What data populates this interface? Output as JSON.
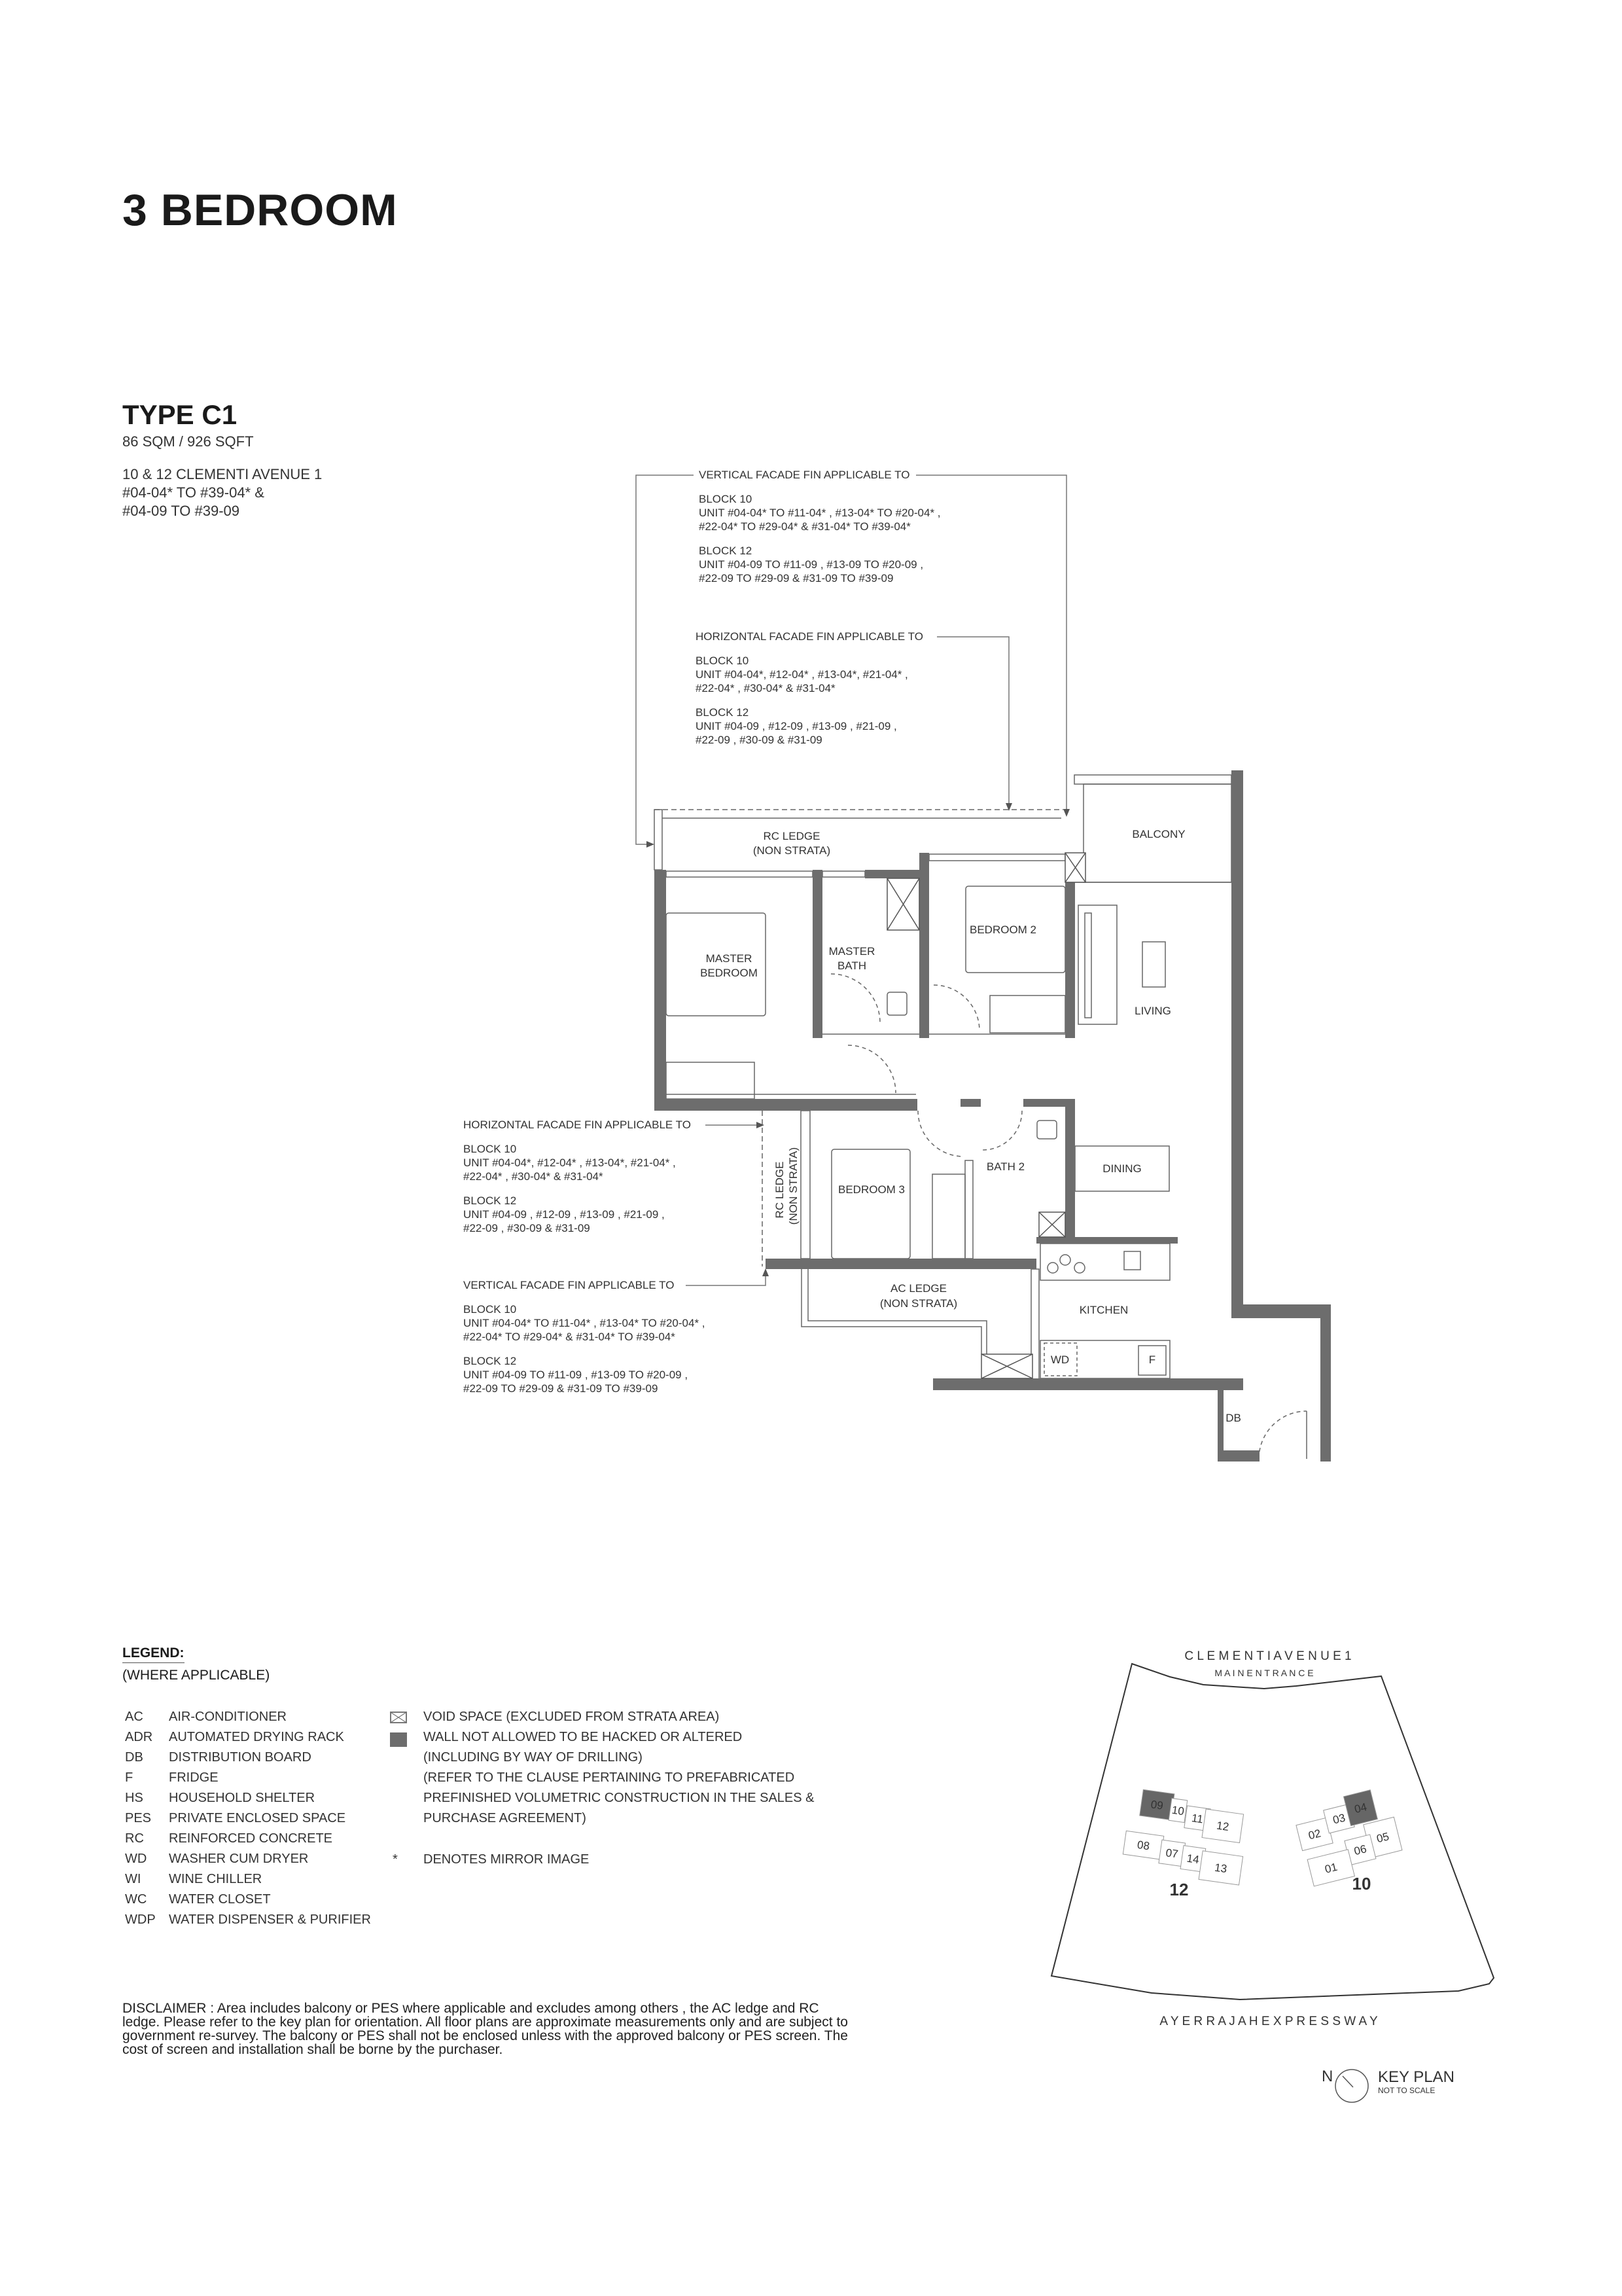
{
  "page_title": "3 BEDROOM",
  "unit": {
    "type": "TYPE C1",
    "area": "86 SQM / 926 SQFT",
    "address": "10 & 12 CLEMENTI AVENUE 1",
    "units_line1": "#04-04* TO #39-04* &",
    "units_line2": "#04-09 TO #39-09"
  },
  "callouts": {
    "top_vertical": {
      "title": "VERTICAL FACADE FIN APPLICABLE TO",
      "block10": "BLOCK 10",
      "b10_l1": "UNIT #04-04* TO #11-04* , #13-04* TO  #20-04* ,",
      "b10_l2": "#22-04* TO #29-04* & #31-04* TO #39-04*",
      "block12": "BLOCK 12",
      "b12_l1": "UNIT #04-09 TO #11-09 , #13-09 TO #20-09 ,",
      "b12_l2": "#22-09 TO #29-09 & #31-09 TO #39-09"
    },
    "top_horizontal": {
      "title": "HORIZONTAL FACADE FIN APPLICABLE TO",
      "block10": "BLOCK 10",
      "b10_l1": "UNIT #04-04*, #12-04* , #13-04*, #21-04* ,",
      "b10_l2": "#22-04* , #30-04* & #31-04*",
      "block12": "BLOCK 12",
      "b12_l1": "UNIT #04-09 , #12-09 , #13-09 , #21-09 ,",
      "b12_l2": "#22-09 , #30-09 & #31-09"
    },
    "left_horizontal": {
      "title": "HORIZONTAL FACADE FIN APPLICABLE TO",
      "block10": "BLOCK 10",
      "b10_l1": "UNIT #04-04*, #12-04* , #13-04*, #21-04* ,",
      "b10_l2": "#22-04* , #30-04* & #31-04*",
      "block12": "BLOCK 12",
      "b12_l1": "UNIT #04-09 , #12-09 , #13-09 , #21-09 ,",
      "b12_l2": "#22-09 , #30-09 & #31-09"
    },
    "left_vertical": {
      "title": "VERTICAL FACADE FIN APPLICABLE TO",
      "block10": "BLOCK 10",
      "b10_l1": "UNIT #04-04* TO #11-04* , #13-04* TO  #20-04* ,",
      "b10_l2": "#22-04* TO #29-04* & #31-04* TO #39-04*",
      "block12": "BLOCK 12",
      "b12_l1": "UNIT #04-09 TO #11-09 , #13-09 TO #20-09 ,",
      "b12_l2": "#22-09 TO #29-09 & #31-09 TO #39-09"
    }
  },
  "rooms": {
    "rc_ledge": "RC LEDGE",
    "rc_ledge_sub": "(NON STRATA)",
    "balcony": "BALCONY",
    "master_bedroom_1": "MASTER",
    "master_bedroom_2": "BEDROOM",
    "master_bath_1": "MASTER",
    "master_bath_2": "BATH",
    "bedroom2": "BEDROOM 2",
    "living": "LIVING",
    "dining": "DINING",
    "bath2": "BATH 2",
    "bedroom3": "BEDROOM  3",
    "rc_ledge_v": "RC LEDGE",
    "rc_ledge_v_sub": "(NON STRATA)",
    "ac_ledge": "AC LEDGE",
    "ac_ledge_sub": "(NON STRATA)",
    "kitchen": "KITCHEN",
    "wd": "WD",
    "fridge": "F",
    "db": "DB"
  },
  "legend": {
    "title": "LEGEND:",
    "subtitle": "(WHERE APPLICABLE)",
    "items": [
      {
        "abbr": "AC",
        "desc": "AIR-CONDITIONER"
      },
      {
        "abbr": "ADR",
        "desc": "AUTOMATED DRYING RACK"
      },
      {
        "abbr": "DB",
        "desc": "DISTRIBUTION BOARD"
      },
      {
        "abbr": "F",
        "desc": "FRIDGE"
      },
      {
        "abbr": "HS",
        "desc": "HOUSEHOLD SHELTER"
      },
      {
        "abbr": "PES",
        "desc": "PRIVATE ENCLOSED SPACE"
      },
      {
        "abbr": "RC",
        "desc": "REINFORCED CONCRETE"
      },
      {
        "abbr": "WD",
        "desc": "WASHER CUM DRYER"
      },
      {
        "abbr": "WI",
        "desc": "WINE CHILLER"
      },
      {
        "abbr": "WC",
        "desc": "WATER CLOSET"
      },
      {
        "abbr": "WDP",
        "desc": "WATER DISPENSER & PURIFIER"
      }
    ],
    "void": "VOID SPACE (EXCLUDED FROM STRATA AREA)",
    "wall_1": "WALL NOT ALLOWED TO BE HACKED OR ALTERED",
    "wall_2": "(INCLUDING BY WAY OF DRILLING)",
    "wall_3": "(REFER TO THE CLAUSE PERTAINING TO PREFABRICATED",
    "wall_4": "PREFINISHED VOLUMETRIC CONSTRUCTION IN THE SALES &",
    "wall_5": "PURCHASE AGREEMENT)",
    "mirror_symbol": "*",
    "mirror": "DENOTES MIRROR IMAGE"
  },
  "disclaimer": "DISCLAIMER : Area includes balcony or PES where applicable and excludes among others , the AC ledge and RC ledge. Please refer to the key plan for orientation. All floor plans are approximate measurements only and are subject to government re-survey. The balcony or PES shall not be enclosed unless with the approved balcony or PES screen. The cost of screen and installation shall be borne by the purchaser.",
  "key_plan": {
    "road_top": "C L E M E N T I     A V E N U E   1",
    "entrance": "M A I N   E N T R A N C E",
    "road_bottom": "A Y E R     R A J A H     E X P R E S S W A Y",
    "north": "N",
    "title": "KEY PLAN",
    "subtitle": "NOT TO SCALE",
    "block12_label": "12",
    "block10_label": "10",
    "block12_units": [
      "09",
      "10",
      "11",
      "12",
      "08",
      "07",
      "14",
      "13"
    ],
    "block10_units": [
      "02",
      "03",
      "04",
      "05",
      "06",
      "01"
    ],
    "highlight_color": "#666666"
  },
  "colors": {
    "wall": "#6d6d6d",
    "line": "#555555"
  }
}
